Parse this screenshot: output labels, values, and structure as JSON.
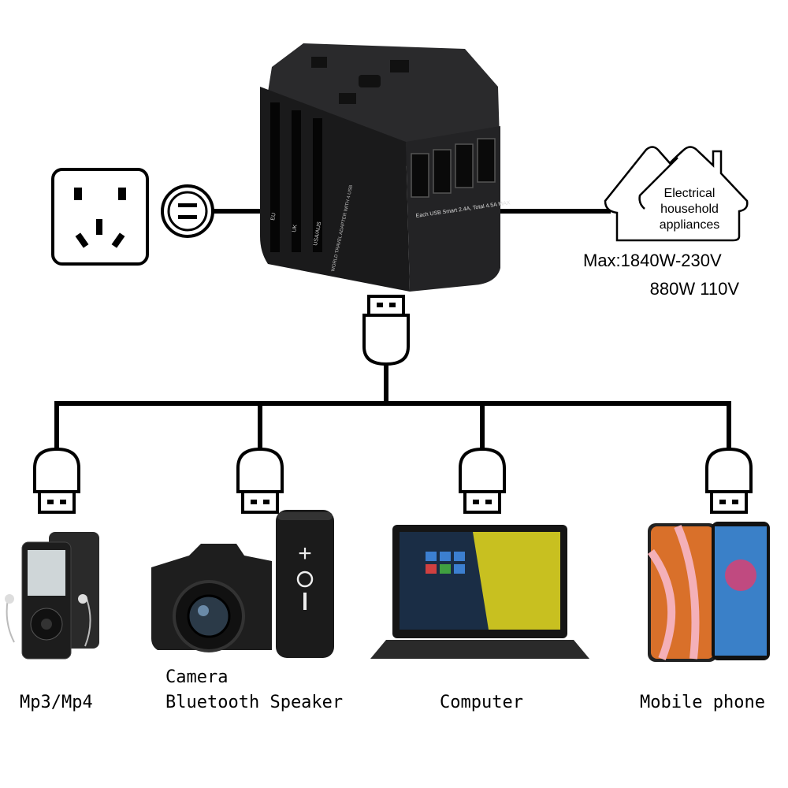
{
  "adapter": {
    "plug_labels": [
      "EU",
      "UK",
      "USA/AUS"
    ],
    "usb_label": "Each USB Smart 2.4A, Total 4.5A MAX",
    "side_title": "WORLD TRAVEL ADAPTER WITH 4 USB"
  },
  "appliances": {
    "house_text": [
      "Electrical",
      "household",
      "appliances"
    ],
    "max_line1": "Max:1840W-230V",
    "max_line2": "880W 110V"
  },
  "devices": [
    {
      "label": "Mp3/Mp4"
    },
    {
      "label_line1": "Camera",
      "label": "Bluetooth Speaker"
    },
    {
      "label": "Computer"
    },
    {
      "label": "Mobile phone"
    }
  ],
  "colors": {
    "line": "#000000",
    "adapter": "#1c1c1e",
    "laptop_screen": "#c8c020",
    "phone_screen": "#c04a80"
  }
}
